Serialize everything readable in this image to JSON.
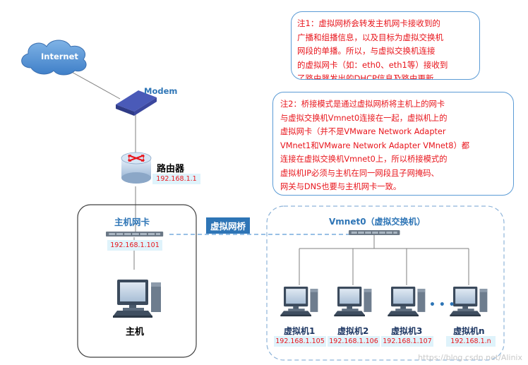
{
  "internet": {
    "label": "Internet"
  },
  "modem": {
    "label": "Modem"
  },
  "router": {
    "label": "路由器",
    "ip": "192.168.1.1"
  },
  "host_nic": {
    "label": "主机网卡",
    "ip": "192.168.1.101"
  },
  "host": {
    "label": "主机"
  },
  "bridge": {
    "label": "虚拟网桥"
  },
  "vswitch": {
    "label": "Vmnet0（虚拟交换机）"
  },
  "vms": [
    {
      "label": "虚拟机1",
      "ip": "192.168.1.105"
    },
    {
      "label": "虚拟机2",
      "ip": "192.168.1.106"
    },
    {
      "label": "虚拟机3",
      "ip": "192.168.1.107"
    },
    {
      "label": "虚拟机n",
      "ip": "192.168.1.n"
    }
  ],
  "ellipsis": "• • •",
  "note1": {
    "lines": [
      "注1：虚拟网桥会转发主机网卡接收到的",
      "广播和组播信息，以及目标为虚拟交换机",
      "网段的单播。所以，与虚拟交换机连接",
      "的虚拟网卡（如：eth0、eth1等）接收到",
      "了路由器发出的DHCP信息及路由更新。"
    ]
  },
  "note2": {
    "lines": [
      "注2：桥接模式是通过虚拟网桥将主机上的网卡",
      "与虚拟交换机Vmnet0连接在一起，虚拟机上的",
      "虚拟网卡（并不是VMware Network Adapter",
      "VMnet1和VMware Network Adapter VMnet8）都",
      "连接在虚拟交换机Vmnet0上，所以桥接模式的",
      "虚拟机IP必须与主机在同一网段且子网掩码、",
      "网关与DNS也要与主机网卡一致。"
    ]
  },
  "watermark": "https://blog.csdn.net/Alinix",
  "colors": {
    "note_text": "#e8141b",
    "note_border": "#5b9bd5",
    "accent_blue": "#2e75b6",
    "ip_bg": "#dff3fb",
    "bridge_bg": "#2e75b6"
  }
}
